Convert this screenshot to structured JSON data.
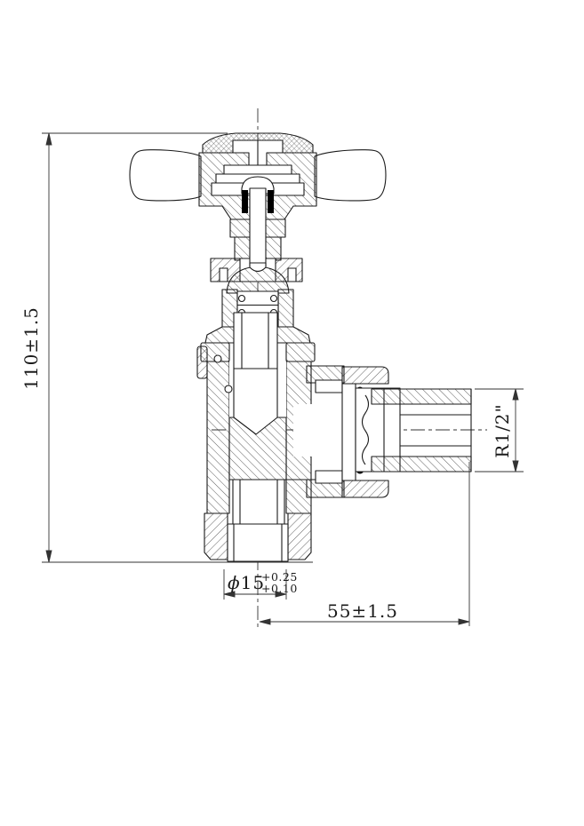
{
  "drawing": {
    "type": "technical-section-drawing",
    "subject": "angle radiator valve cross-section",
    "colors": {
      "background": "#ffffff",
      "line": "#1a1a1a"
    },
    "dimensions": {
      "height": {
        "label": "110±1.5"
      },
      "width": {
        "label": "55±1.5"
      },
      "thread": {
        "label": "R1/2\""
      },
      "pipe": {
        "symbol": "ϕ",
        "value": "15",
        "tol_upper": "+0.25",
        "tol_lower": "+0.10"
      }
    }
  }
}
